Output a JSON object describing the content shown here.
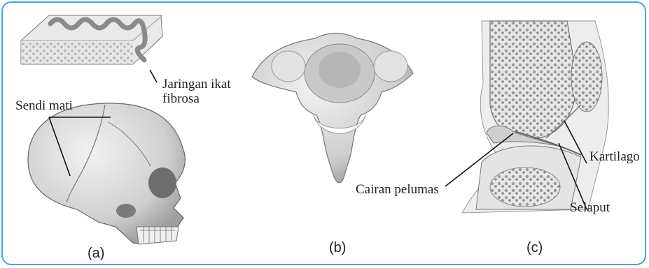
{
  "panels": {
    "a": {
      "label": "(a)",
      "joint_label": "Sendi mati",
      "tissue_label_line1": "Jaringan ikat",
      "tissue_label_line2": "fibrosa"
    },
    "b": {
      "label": "(b)"
    },
    "c": {
      "label": "(c)",
      "fluid_label": "Cairan pelumas",
      "cartilage_label": "Kartilago",
      "membrane_label": "Selaput"
    }
  },
  "colors": {
    "frame": "#3aa9e0",
    "bone": "#d9d9d9",
    "bone_dark": "#a9a9a9",
    "line": "#111111"
  },
  "icons": [
    "skull-illustration",
    "suture-block-illustration",
    "vertebra-illustration",
    "knee-joint-illustration"
  ]
}
